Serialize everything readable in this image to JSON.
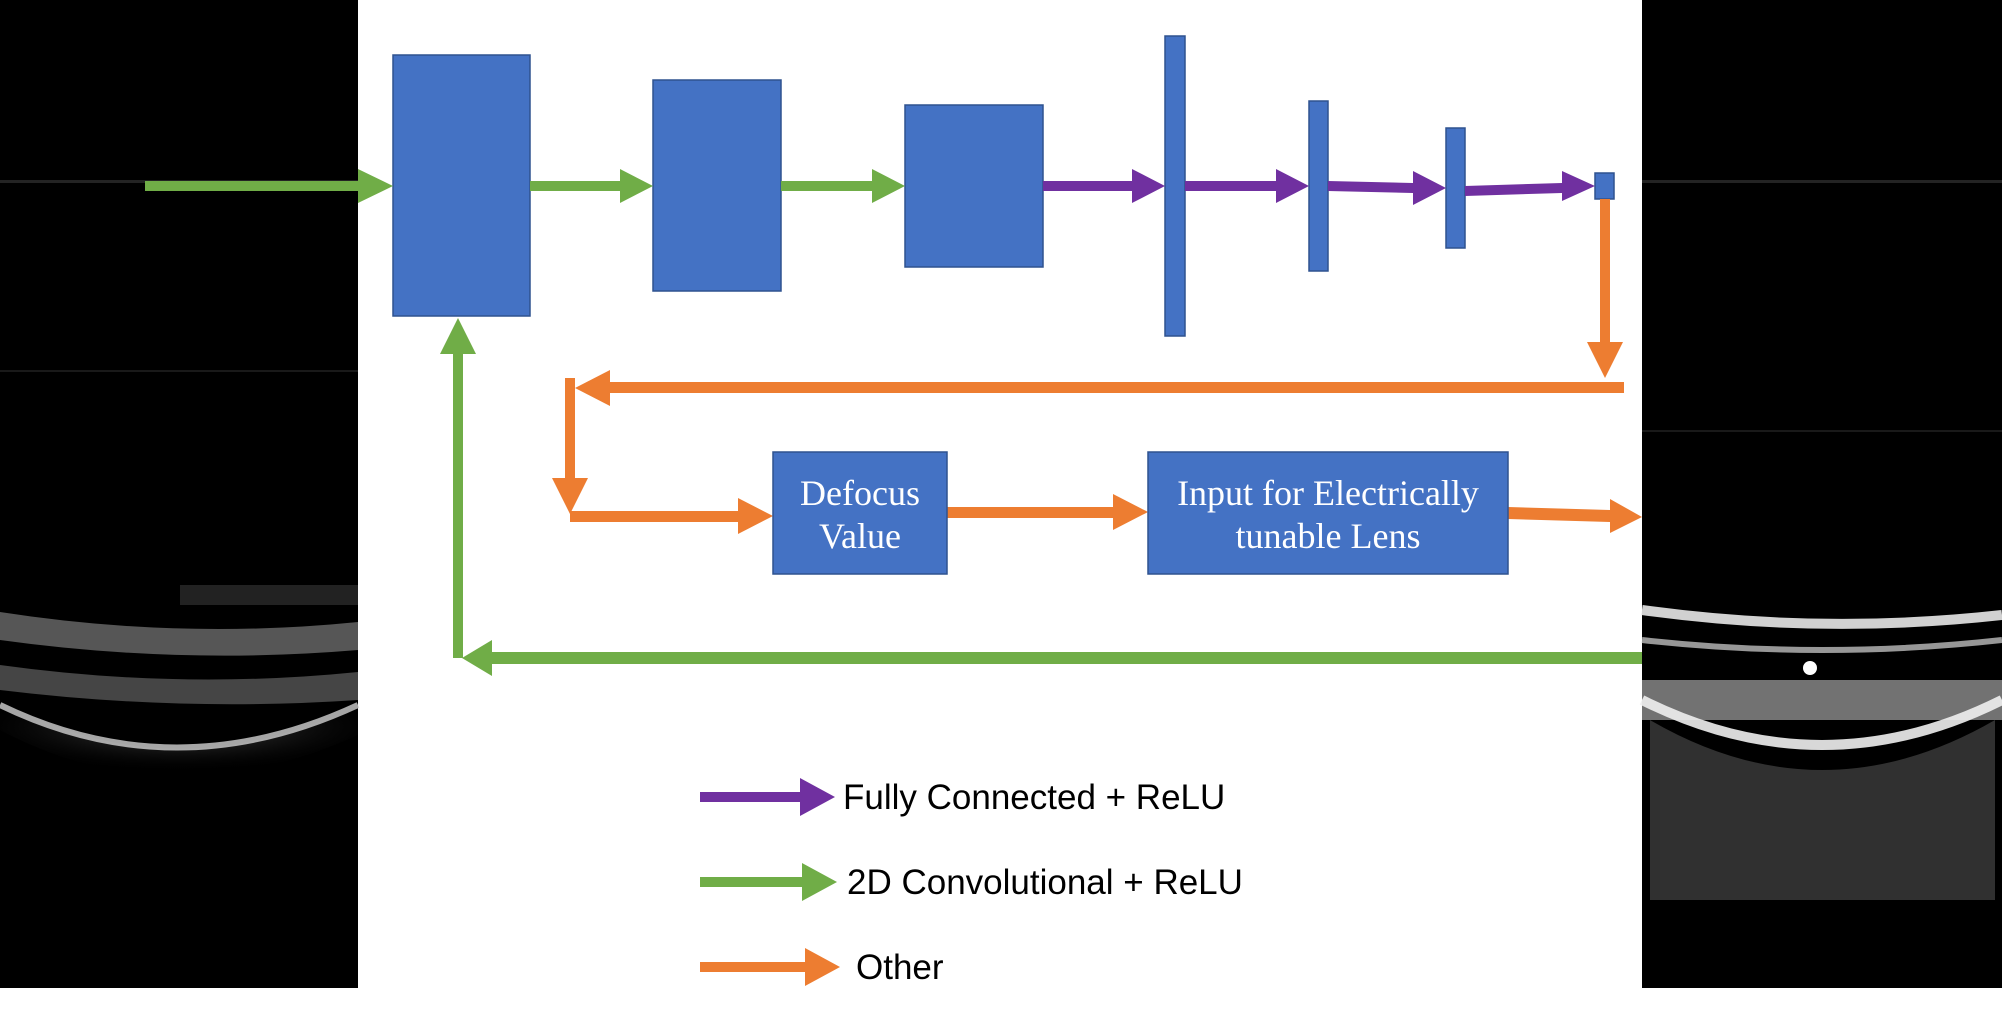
{
  "colors": {
    "block": "#4472C4",
    "block_border": "#2F528F",
    "purple": "#7030A0",
    "green": "#70AD47",
    "orange": "#ED7D31",
    "background": "#FFFFFF",
    "scan_background": "#000000"
  },
  "images": {
    "left_scan": "oct-b-scan-blurred",
    "right_scan": "oct-b-scan-focused"
  },
  "boxes": {
    "defocus_line1": "Defocus",
    "defocus_line2": "Value",
    "lens_line1": "Input for Electrically",
    "lens_line2": "tunable Lens"
  },
  "legend": {
    "purple_label": "Fully Connected + ReLU",
    "green_label": "2D Convolutional + ReLU",
    "orange_label": "Other"
  }
}
